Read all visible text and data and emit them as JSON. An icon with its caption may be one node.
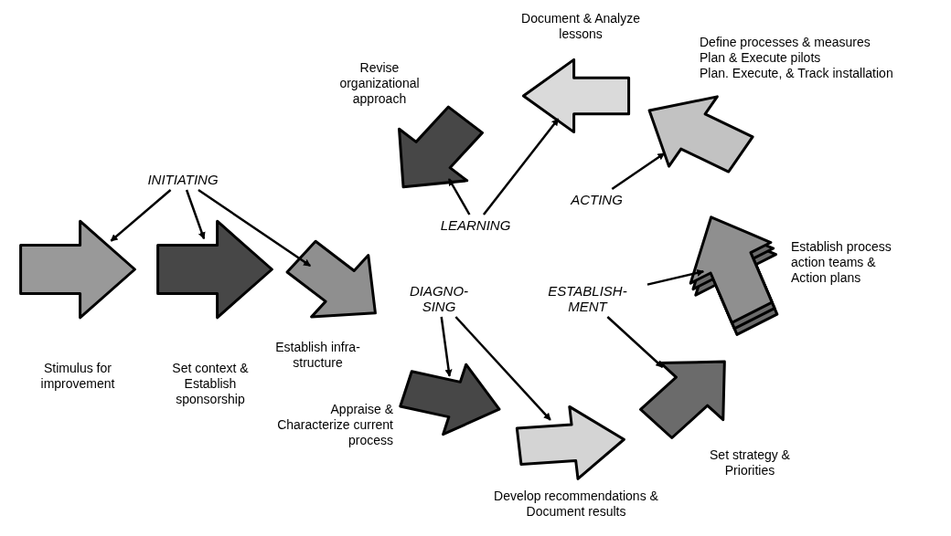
{
  "diagram": {
    "nodes": [
      {
        "text": [],
        "shape": "arrow",
        "beside": [
          "Stimulus for improvement"
        ]
      },
      {
        "text": [],
        "shape": "arrow",
        "beside": [
          "Set context & Establish sponsorship"
        ]
      },
      {
        "text": [],
        "shape": "arrow",
        "beside": [
          "Establish infra- structure"
        ]
      },
      {
        "text": [],
        "shape": "arrow",
        "beside": [
          "Appraise & Characterize current process"
        ]
      },
      {
        "text": [],
        "shape": "arrow",
        "beside": [
          "Develop recommendations & Document results"
        ]
      },
      {
        "text": [],
        "shape": "arrow",
        "beside": [
          "Set strategy & Priorities"
        ]
      },
      {
        "text": [],
        "shape": "arrow",
        "beside": [
          "Establish process action teams & Action plans"
        ]
      },
      {
        "text": [],
        "shape": "arrow",
        "beside": [
          "Define processes & measures",
          "Plan & Execute pilots",
          "Plan. Execute, & Track installation"
        ]
      },
      {
        "text": [],
        "shape": "arrow",
        "beside": [
          "Document & Analyze lessons"
        ]
      },
      {
        "text": [],
        "shape": "arrow",
        "beside": [
          "Revise organizational approach"
        ]
      },
      {
        "text": [
          "INITIATING"
        ]
      },
      {
        "text": [
          "LEARNING"
        ]
      },
      {
        "text": [
          "ACTING"
        ]
      },
      {
        "text": [
          "DIAGNO- SING"
        ]
      },
      {
        "text": [
          "ESTABLISH- MENT"
        ]
      }
    ],
    "edges": [
      {
        "from": 10,
        "to": 0,
        "arrow": "to"
      },
      {
        "from": 10,
        "to": 1,
        "arrow": "to"
      },
      {
        "from": 10,
        "to": 2,
        "arrow": "to"
      },
      {
        "from": 11,
        "to": 9,
        "arrow": "to"
      },
      {
        "from": 11,
        "to": 8,
        "arrow": "to"
      },
      {
        "from": 12,
        "to": 7,
        "arrow": "to"
      },
      {
        "from": 13,
        "to": 3,
        "arrow": "to"
      },
      {
        "from": 13,
        "to": 4,
        "arrow": "to"
      },
      {
        "from": 14,
        "to": 6,
        "arrow": "to"
      },
      {
        "from": 14,
        "to": 5,
        "arrow": "to"
      }
    ]
  }
}
